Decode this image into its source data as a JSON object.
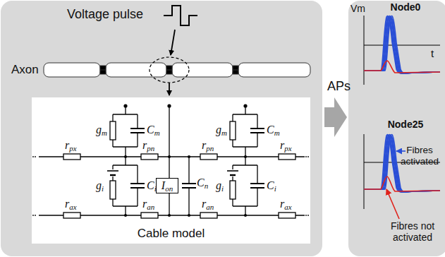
{
  "diagram": {
    "nodes": [
      {
        "text": [
          "Cable model"
        ]
      },
      {
        "text": [
          "Ion"
        ],
        "in": 0
      },
      {
        "text": [
          "Node0"
        ]
      },
      {
        "text": [
          "Node25"
        ]
      }
    ],
    "labels": [
      "Voltage pulse",
      "Axon",
      "gm",
      "Cm",
      "gm",
      "Cm",
      "rpx",
      "rpn",
      "Cn",
      "rpn",
      "rpx",
      "gi",
      "Ci",
      "gi",
      "Ci",
      "rax",
      "ran",
      "ran",
      "rax",
      "APs",
      "Vm",
      "t",
      "Fibres activated",
      "Fibres not activated"
    ]
  }
}
